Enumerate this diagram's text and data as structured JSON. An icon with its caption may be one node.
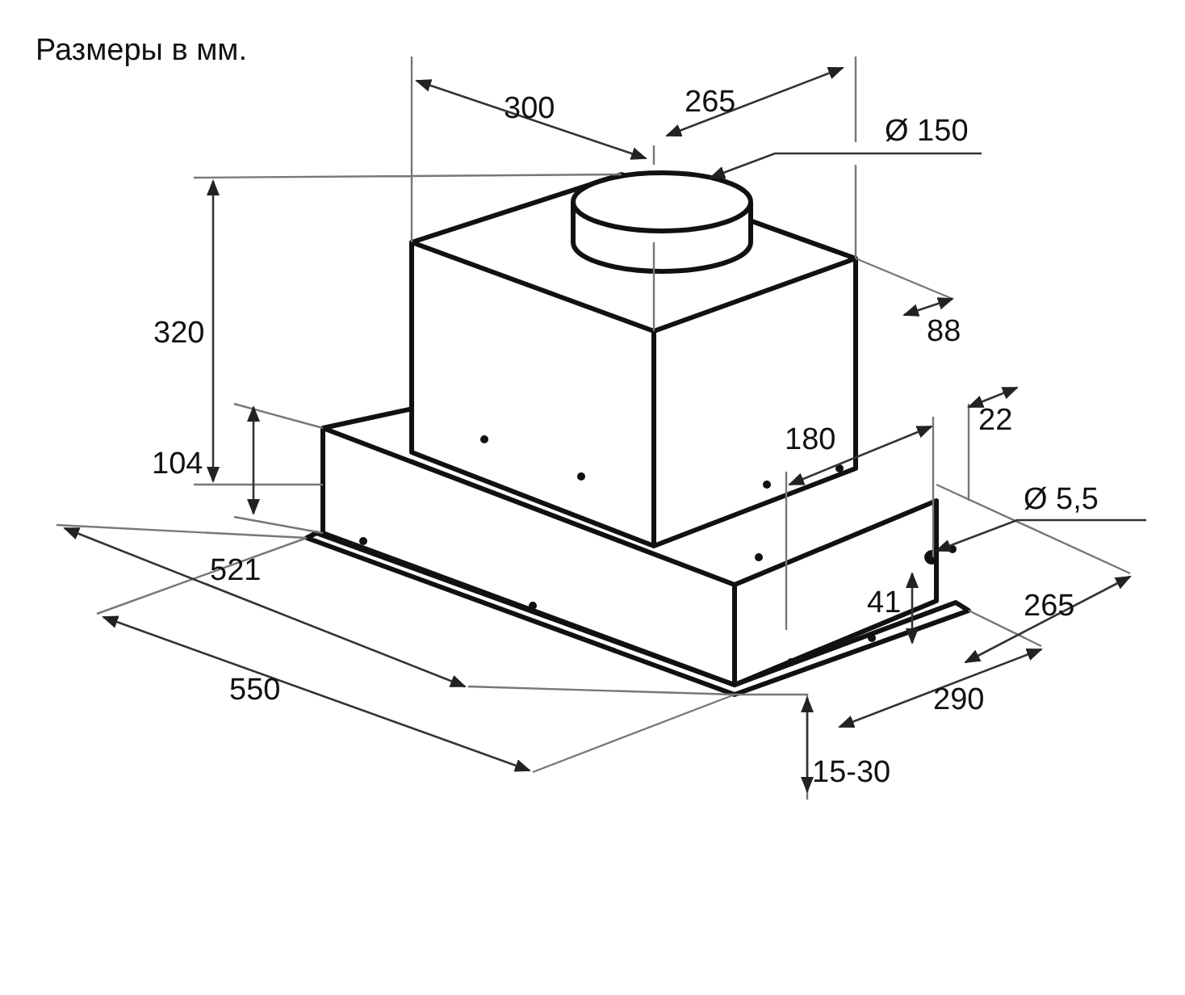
{
  "diagram": {
    "nodes": [
      {
        "text": [
          "Ø 150"
        ]
      },
      {
        "text": [],
        "shape": "cylinder"
      },
      {
        "text": [
          "Ø 5,5"
        ]
      },
      {
        "text": [],
        "shape": "circle"
      }
    ],
    "edges": [
      {
        "from": 0,
        "to": 1,
        "arrow": "to"
      },
      {
        "from": 2,
        "to": 3,
        "arrow": "to"
      }
    ],
    "labels": [
      "Размеры в мм.",
      "300",
      "265",
      "320",
      "88",
      "180",
      "22",
      "104",
      "521",
      "41",
      "265",
      "550",
      "290",
      "15-30"
    ]
  }
}
